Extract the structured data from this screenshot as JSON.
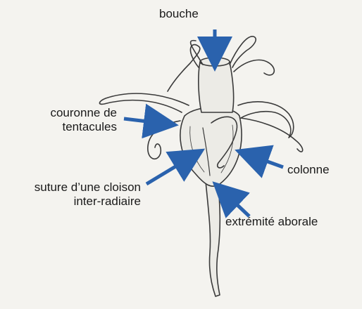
{
  "labels": {
    "bouche": "bouche",
    "couronne_line1": "couronne de",
    "couronne_line2": "tentacules",
    "colonne": "colonne",
    "suture_line1": "suture d’une cloison",
    "suture_line2": "inter-radiaire",
    "extremite": "extrémité aborale"
  },
  "colors": {
    "arrow": "#2a62ad",
    "ink": "#3a3a3a",
    "body_fill": "#ecebe6"
  }
}
